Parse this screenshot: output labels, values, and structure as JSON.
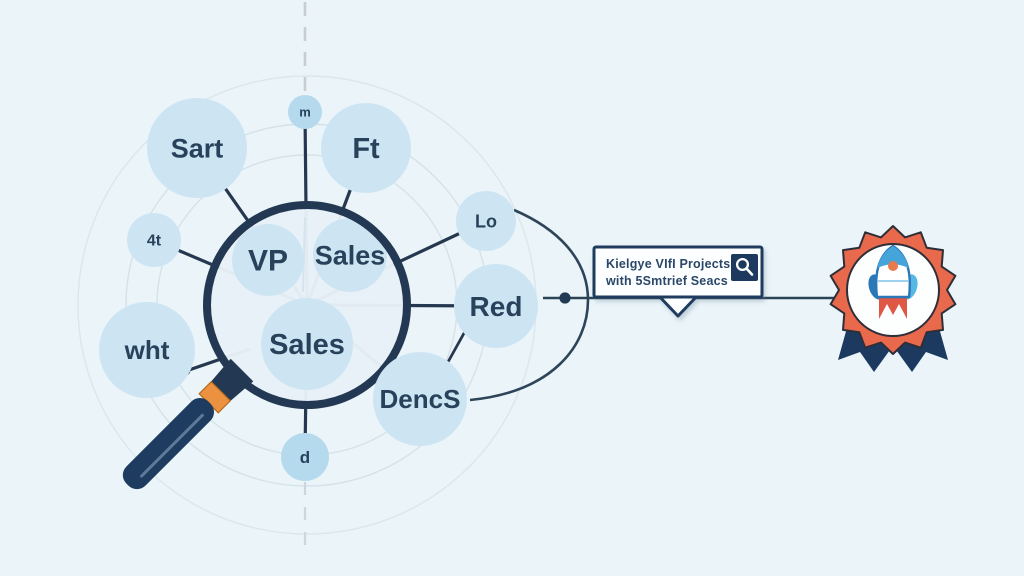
{
  "scene": {
    "background": "#eaf4f9",
    "ink": "#28425c",
    "line": "#2c4257",
    "faint_arc": "#c2d2da",
    "dash_gray": "#c6ced4",
    "bubble_fill": "#cde5f3",
    "bubble_fill_deep": "#b5daee",
    "glass_fill": "#e8f1f8",
    "rim": "#233852",
    "handle": "#1e3c60",
    "band": "#ec9140",
    "box_fill": "#fdfeff",
    "box_border": "#1f3c5e",
    "icon_bg": "#1d3a5e",
    "badge_coral": "#e8694c",
    "badge_outline": "#2e2e38",
    "ribbon": "#1c3a5f",
    "flame": "#e05746",
    "rocket_blue": "#45a5da",
    "rocket_fin_dark": "#2b78b8",
    "rocket_fin_light": "#57b8e6",
    "window_orange": "#e87a4e"
  },
  "magnifier": {
    "labels": {
      "top_left": "VP",
      "top_right": "Sales",
      "bottom": "Sales"
    }
  },
  "bubbles": [
    {
      "id": "sart",
      "label": "Sart"
    },
    {
      "id": "m",
      "label": "m"
    },
    {
      "id": "ft",
      "label": "Ft"
    },
    {
      "id": "four-t",
      "label": "4t"
    },
    {
      "id": "wht",
      "label": "wht"
    },
    {
      "id": "lo",
      "label": "Lo"
    },
    {
      "id": "red",
      "label": "Red"
    },
    {
      "id": "dencs",
      "label": "DencS"
    },
    {
      "id": "d",
      "label": "d"
    }
  ],
  "search_box": {
    "line1": "Kielgye VIfI Projects",
    "line2": "with 5Smtrief Seacs",
    "icon": "search-icon"
  },
  "badge": {
    "icon": "rocket-icon"
  }
}
